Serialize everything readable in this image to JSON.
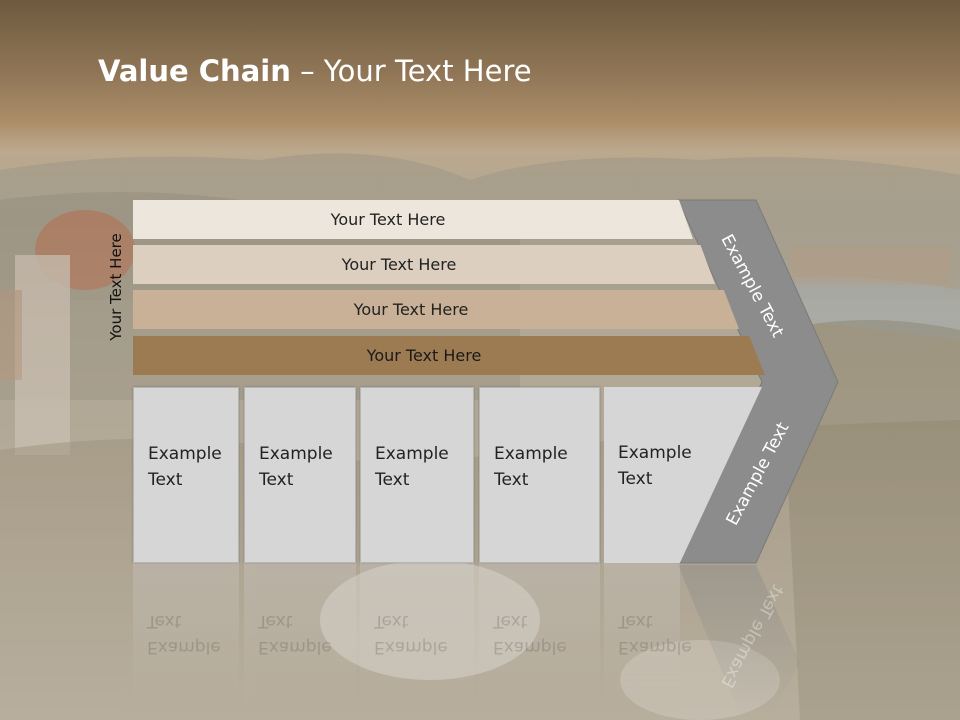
{
  "slide": {
    "title_bold": "Value Chain",
    "title_rest": " – Your Text Here",
    "side_label": "Your Text Here"
  },
  "bars": [
    {
      "label": "Your Text Here"
    },
    {
      "label": "Your Text Here"
    },
    {
      "label": "Your Text Here"
    },
    {
      "label": "Your Text Here"
    }
  ],
  "boxes": [
    {
      "line1": "Example",
      "line2": "Text"
    },
    {
      "line1": "Example",
      "line2": "Text"
    },
    {
      "line1": "Example",
      "line2": "Text"
    },
    {
      "line1": "Example",
      "line2": "Text"
    },
    {
      "line1": "Example",
      "line2": "Text"
    }
  ],
  "chevron": {
    "top_label": "Example Text",
    "bottom_label": "Example Text"
  }
}
